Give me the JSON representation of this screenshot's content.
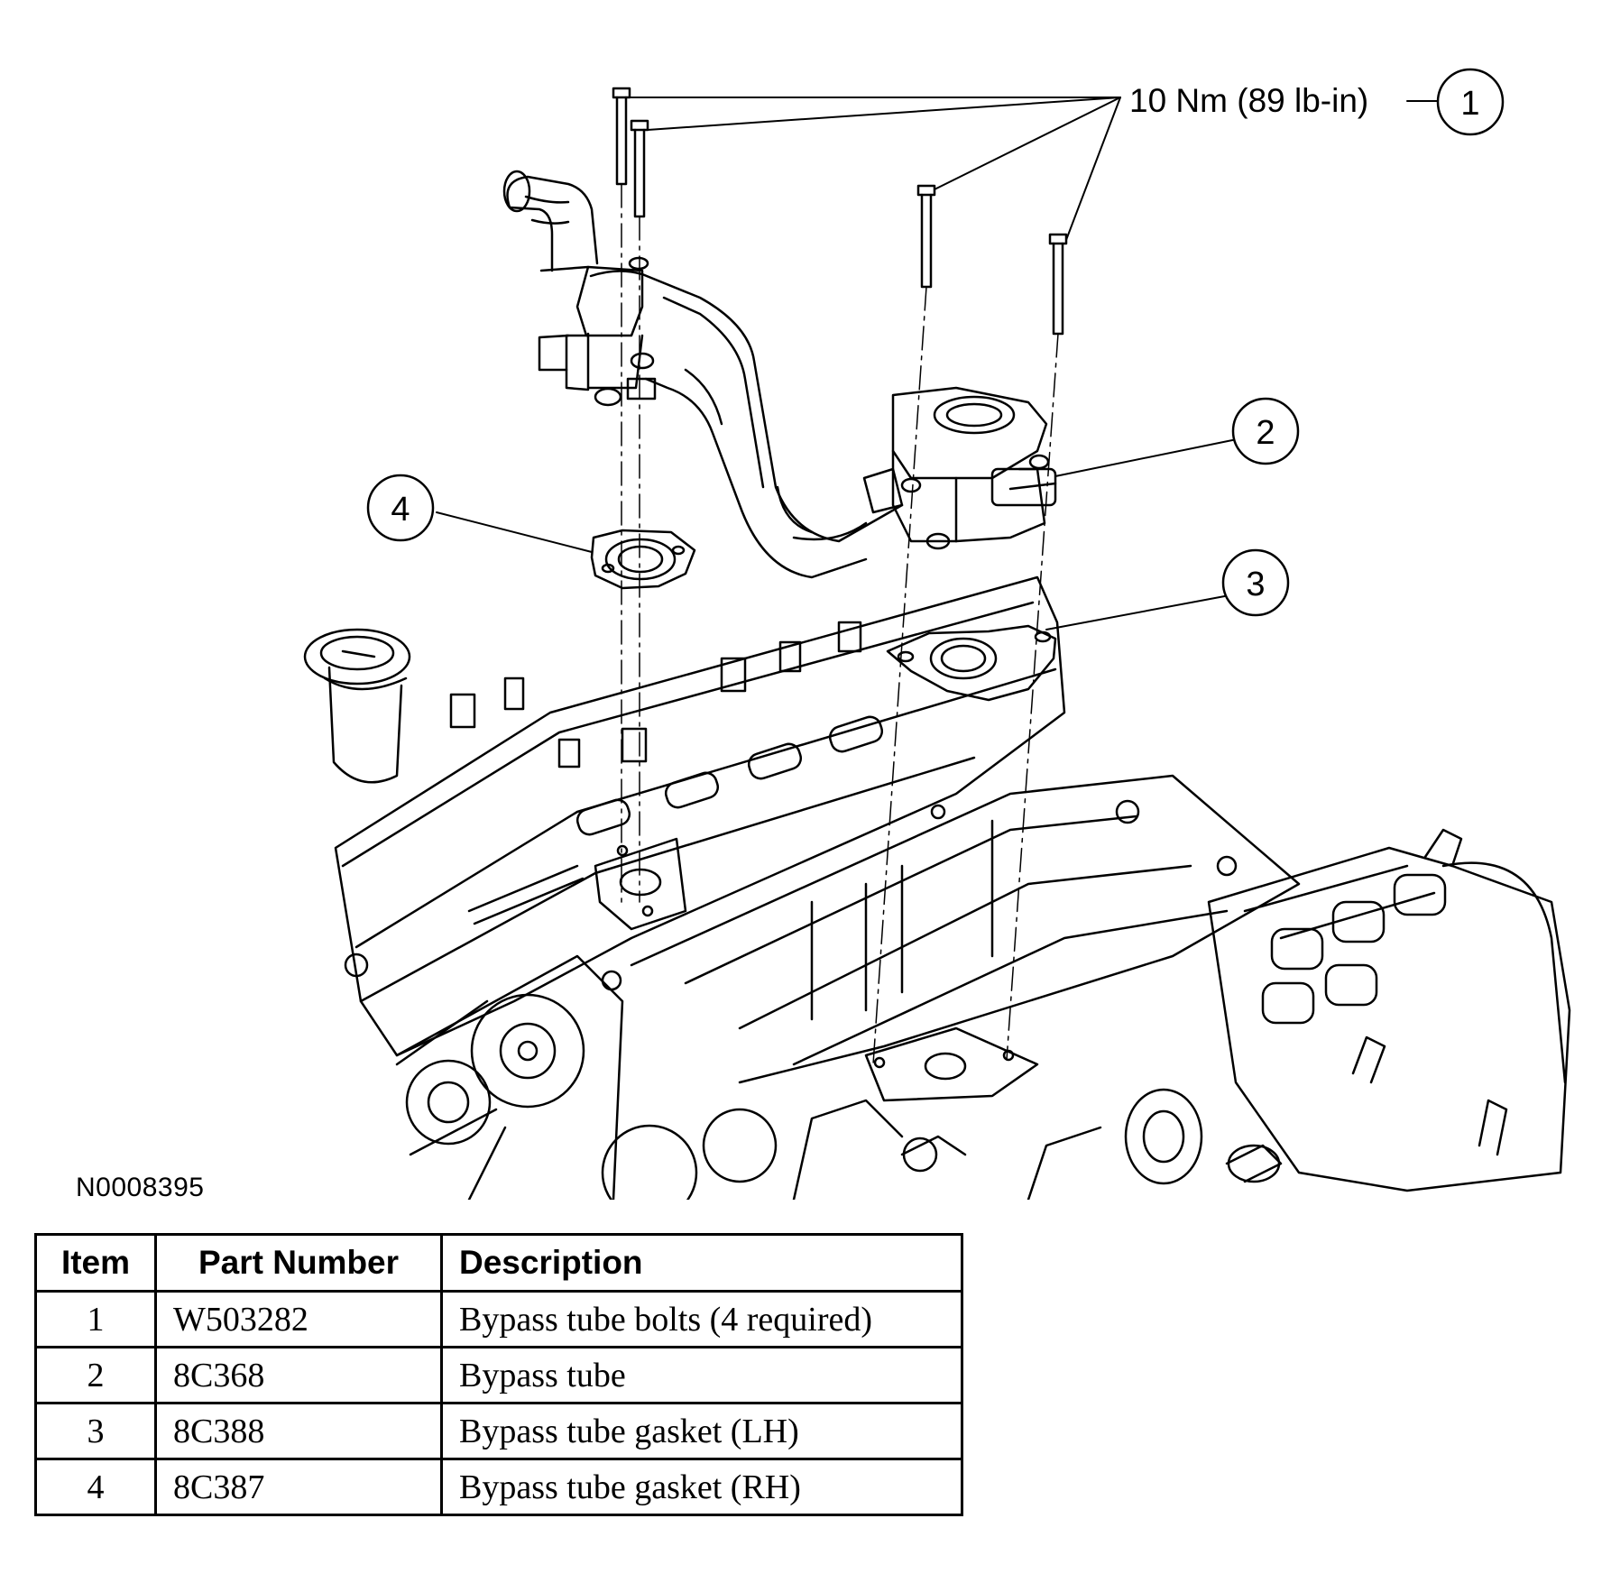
{
  "figure": {
    "torque_spec": "10 Nm (89 lb-in)",
    "callouts": [
      "1",
      "2",
      "3",
      "4"
    ],
    "figure_code": "N0008395"
  },
  "table": {
    "headers": [
      "Item",
      "Part Number",
      "Description"
    ],
    "rows": [
      {
        "item": "1",
        "part_number": "W503282",
        "description": "Bypass tube bolts (4 required)"
      },
      {
        "item": "2",
        "part_number": "8C368",
        "description": "Bypass tube"
      },
      {
        "item": "3",
        "part_number": "8C388",
        "description": "Bypass tube gasket (LH)"
      },
      {
        "item": "4",
        "part_number": "8C387",
        "description": "Bypass tube gasket (RH)"
      }
    ]
  }
}
